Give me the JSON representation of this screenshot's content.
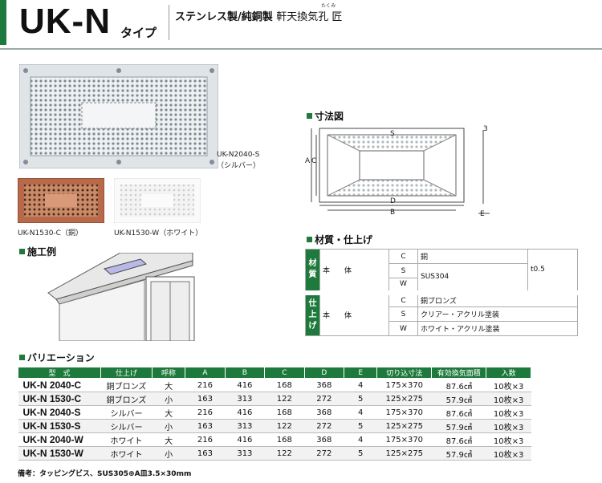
{
  "header": {
    "title": "UK-N",
    "type_label": "タイプ",
    "sub_bold": "ステンレス製/純銅製",
    "sub_normal": "軒天換気孔 匠",
    "ruby": "たくみ"
  },
  "photos": {
    "silver_label": "UK-N2040-S",
    "silver_sub": "（シルバー）",
    "copper_label": "UK-N1530-C（銅）",
    "white_label": "UK-N1530-W（ホワイト）"
  },
  "sections": {
    "example": "施工例",
    "dimensions": "寸法図",
    "material": "材質・仕上げ",
    "variation": "バリエーション"
  },
  "dim_letters": {
    "a": "A",
    "b": "B",
    "c": "C",
    "d": "D",
    "e": "E",
    "s": "S",
    "r": "3"
  },
  "material": {
    "mat_header": "材質",
    "fin_header": "仕上げ",
    "body": "本　　体",
    "rows_mat": [
      {
        "code": "C",
        "value": "銅"
      },
      {
        "code": "S",
        "value": "SUS304"
      },
      {
        "code": "W",
        "value": ""
      }
    ],
    "thickness": "t0.5",
    "rows_fin": [
      {
        "code": "C",
        "value": "銅ブロンズ"
      },
      {
        "code": "S",
        "value": "クリアー・アクリル塗装"
      },
      {
        "code": "W",
        "value": "ホワイト・アクリル塗装"
      }
    ]
  },
  "variation": {
    "headers": [
      "型　式",
      "仕上げ",
      "呼称",
      "A",
      "B",
      "C",
      "D",
      "E",
      "切り込寸法",
      "有効換気面積",
      "入数"
    ],
    "rows": [
      [
        "UK-N 2040-C",
        "銅ブロンズ",
        "大",
        "216",
        "416",
        "168",
        "368",
        "4",
        "175×370",
        "87.6㎠",
        "10枚×3"
      ],
      [
        "UK-N 1530-C",
        "銅ブロンズ",
        "小",
        "163",
        "313",
        "122",
        "272",
        "5",
        "125×275",
        "57.9㎠",
        "10枚×3"
      ],
      [
        "UK-N 2040-S",
        "シルバー",
        "大",
        "216",
        "416",
        "168",
        "368",
        "4",
        "175×370",
        "87.6㎠",
        "10枚×3"
      ],
      [
        "UK-N 1530-S",
        "シルバー",
        "小",
        "163",
        "313",
        "122",
        "272",
        "5",
        "125×275",
        "57.9㎠",
        "10枚×3"
      ],
      [
        "UK-N 2040-W",
        "ホワイト",
        "大",
        "216",
        "416",
        "168",
        "368",
        "4",
        "175×370",
        "87.6㎠",
        "10枚×3"
      ],
      [
        "UK-N 1530-W",
        "ホワイト",
        "小",
        "163",
        "313",
        "122",
        "272",
        "5",
        "125×275",
        "57.9㎠",
        "10枚×3"
      ]
    ]
  },
  "note": "備考：タッピングビス、SUS305⊕A皿3.5×30mm",
  "colors": {
    "accent": "#1e7a3c"
  }
}
